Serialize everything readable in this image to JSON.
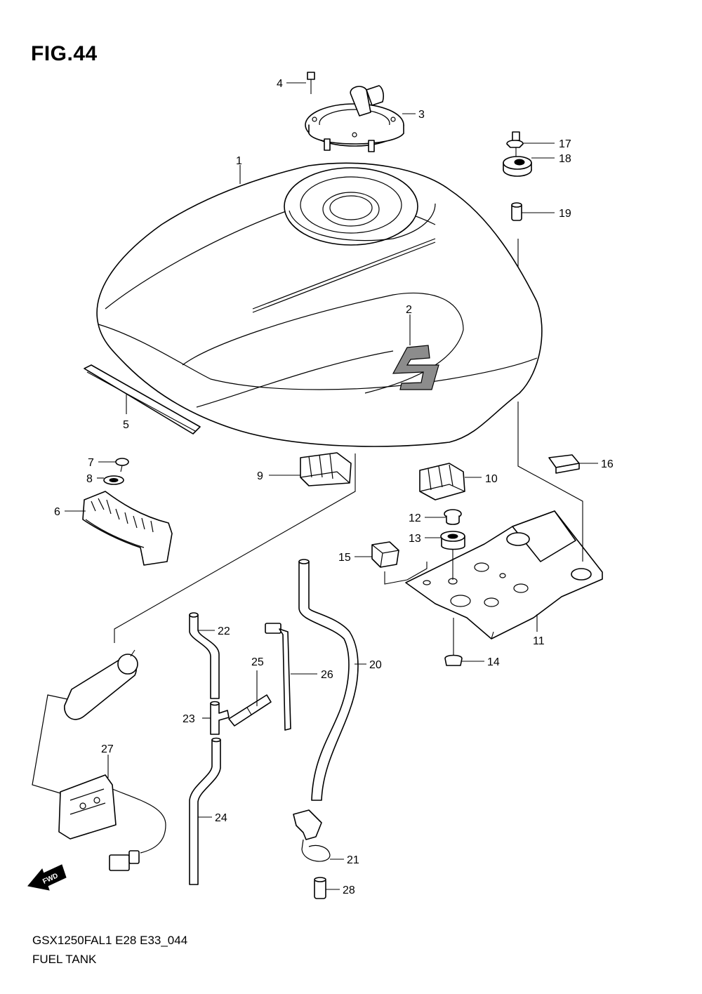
{
  "figure": {
    "title": "FIG.44",
    "model_code": "GSX1250FAL1 E28 E33_044",
    "name": "FUEL TANK"
  },
  "fwd_label": "FWD",
  "callouts": {
    "c1": "1",
    "c2": "2",
    "c3": "3",
    "c4": "4",
    "c5": "5",
    "c6": "6",
    "c7": "7",
    "c8": "8",
    "c9": "9",
    "c10": "10",
    "c11": "11",
    "c12": "12",
    "c13": "13",
    "c14": "14",
    "c15": "15",
    "c16": "16",
    "c17": "17",
    "c18": "18",
    "c19": "19",
    "c20": "20",
    "c21": "21",
    "c22": "22",
    "c23": "23",
    "c24": "24",
    "c25": "25",
    "c26": "26",
    "c27": "27",
    "c28": "28"
  }
}
